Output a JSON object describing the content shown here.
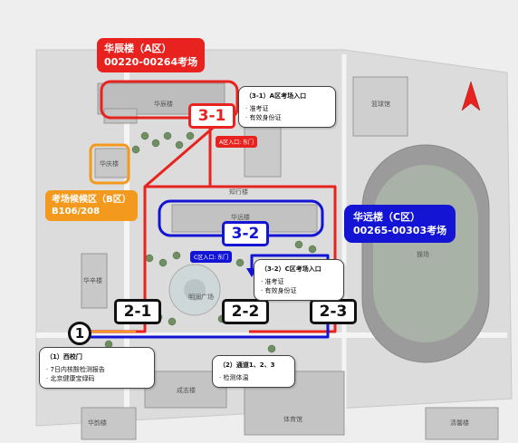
{
  "buildings": {
    "huachen": "华辰楼",
    "huaqing": "华庆楼",
    "huayuan": "华远楼",
    "zhixin": "知行楼",
    "huaxing": "华辛楼",
    "plaza": "明润广场",
    "chengzhi": "成志楼",
    "gym": "体育馆",
    "huayun": "华韵楼",
    "basketball": "篮球馆",
    "field": "操场",
    "qinghuai": "清馨楼"
  },
  "zones": {
    "a": {
      "name": "华辰楼（A区）",
      "range": "00220-00264考场",
      "color": "#e8231f"
    },
    "b": {
      "name": "考场候候区（B区）",
      "rooms": "B106/208",
      "color": "#f39a1e"
    },
    "c": {
      "name": "华远楼（C区）",
      "range": "00265-00303考场",
      "color": "#1414d4"
    }
  },
  "tags": {
    "a_entrance": "A区入口: 东门",
    "c_entrance": "C区入口: 东门"
  },
  "markers": {
    "m31": "3-1",
    "m32": "3-2",
    "m21": "2-1",
    "m22": "2-2",
    "m23": "2-3",
    "m1": "1"
  },
  "cards": {
    "a": {
      "title": "（3-1）A区考场入口",
      "items": [
        "· 准考证",
        "· 有效身份证"
      ]
    },
    "c": {
      "title": "（3-2）C区考场入口",
      "items": [
        "· 准考证",
        "· 有效身份证"
      ]
    },
    "gate": {
      "title": "（1）西校门",
      "items": [
        "· 7日内核酸检测报告",
        "· 北京健康宝绿码"
      ]
    },
    "passage": {
      "title": "（2）通道1、2、3",
      "items": [
        "· 检测体温"
      ]
    }
  },
  "icons": {
    "north": "north-arrow-icon"
  }
}
